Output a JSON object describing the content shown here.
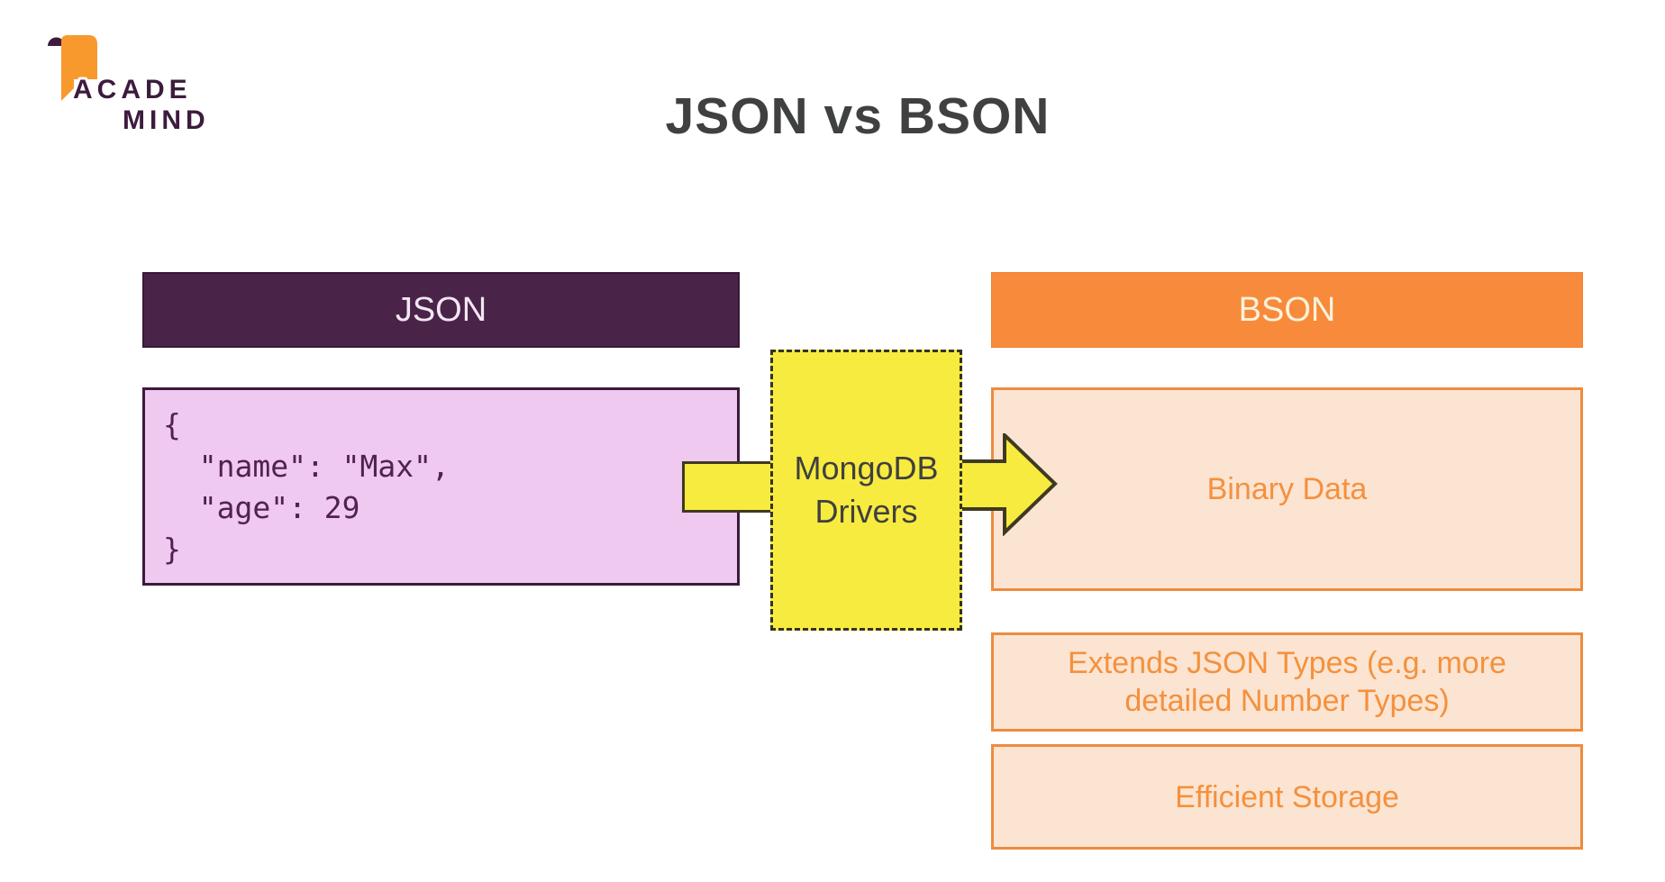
{
  "brand": {
    "line1": "ACADE",
    "line2": "MIND"
  },
  "title": {
    "text": "JSON vs BSON"
  },
  "left": {
    "header_label": "JSON",
    "code": "{\n  \"name\": \"Max\",\n  \"age\": 29\n}"
  },
  "middle": {
    "label_line1": "MongoDB",
    "label_line2": "Drivers"
  },
  "right": {
    "header_label": "BSON",
    "features": [
      "Binary Data",
      "Extends JSON Types (e.g. more detailed Number Types)",
      "Efficient Storage"
    ]
  },
  "colors": {
    "purple_header": "#4a2349",
    "pink_fill": "#efc9ef",
    "code_text": "#512151",
    "yellow": "#f8eb3f",
    "dark_outline": "#3e3a22",
    "title_text": "#3f4040",
    "orange_header": "#f78b3b",
    "peach_fill": "#fce4d2",
    "orange_border": "#ee8b3e",
    "orange_text": "#f4913d",
    "logo_orange": "#f8992e",
    "logo_purple": "#3d1b3d"
  }
}
